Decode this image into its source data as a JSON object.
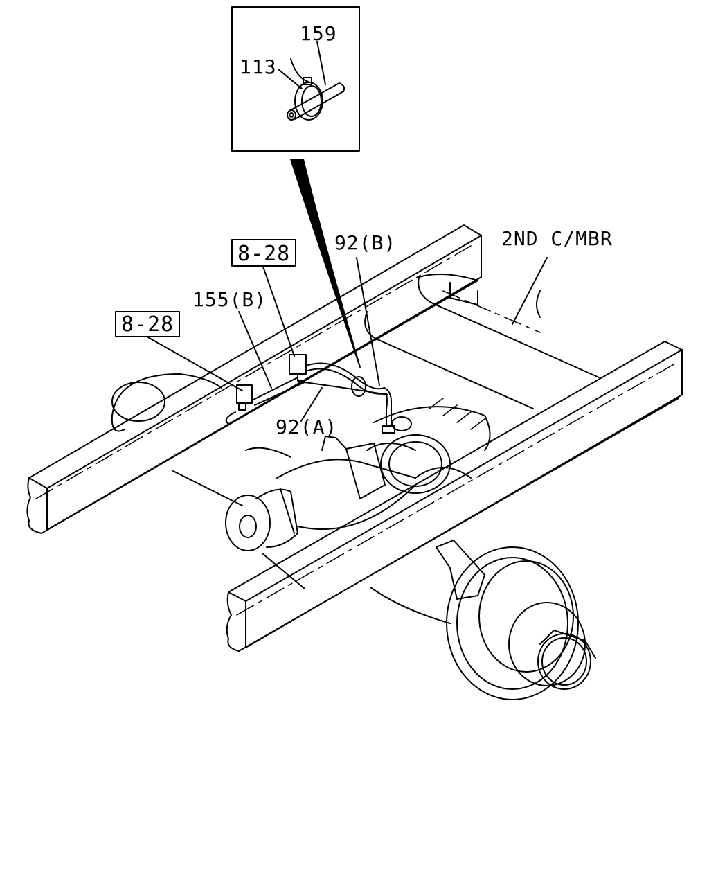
{
  "inset": {
    "label_159": "159",
    "label_113": "113"
  },
  "callouts": {
    "ref_box_upper": "8-28",
    "ref_box_lower": "8-28",
    "pipe_155b": "155(B)",
    "pipe_92b": "92(B)",
    "pipe_92a": "92(A)",
    "cross_member": "2ND C/MBR"
  },
  "colors": {
    "ink": "#000000",
    "paper": "#ffffff"
  }
}
